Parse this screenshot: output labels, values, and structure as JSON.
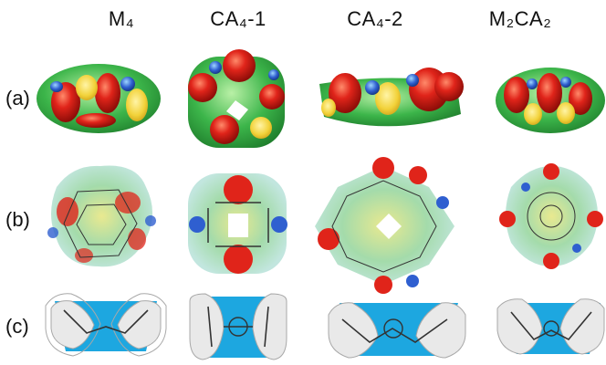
{
  "columns": [
    {
      "title": "M₄"
    },
    {
      "title": "CA₄-1"
    },
    {
      "title": "CA₄-2"
    },
    {
      "title": "M₂CA₂"
    }
  ],
  "rows": [
    {
      "label": "(a)"
    },
    {
      "label": "(b)"
    },
    {
      "label": "(c)"
    }
  ],
  "colors": {
    "esp_red": "#e0241a",
    "esp_yellow": "#f2d23a",
    "esp_green": "#3cb54a",
    "esp_blue": "#2f5fd0",
    "plane_blue": "#1da7e0",
    "contour_gray": "#a8a8a8",
    "background": "#ffffff"
  }
}
